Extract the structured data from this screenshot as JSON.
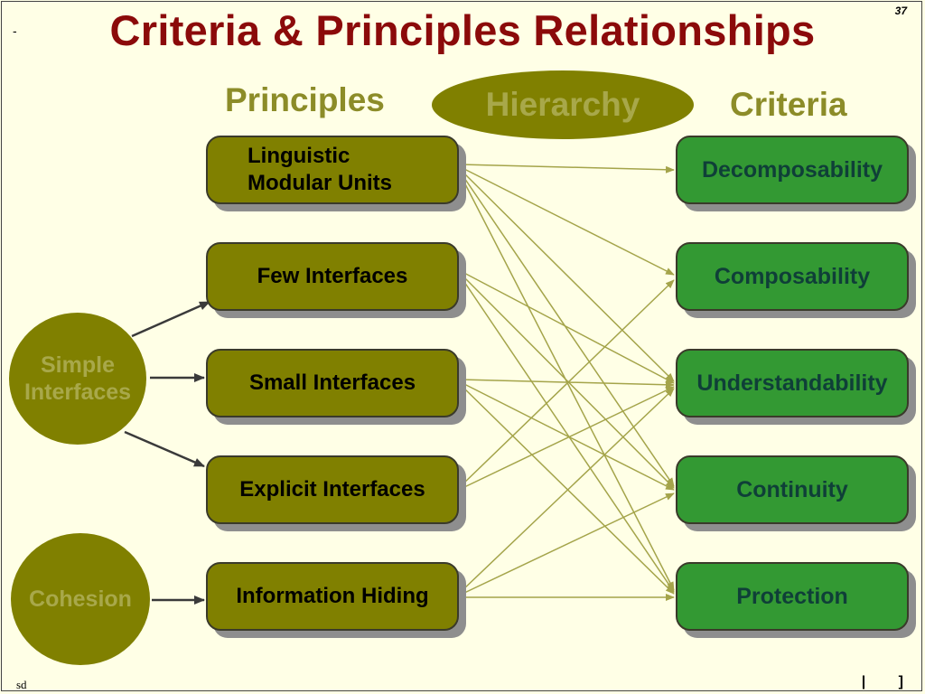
{
  "page": {
    "number": "37",
    "dash": "-",
    "footer_left": "sd",
    "footer_right": "| ]"
  },
  "title": "Criteria & Principles Relationships",
  "headings": {
    "principles": "Principles",
    "hierarchy": "Hierarchy",
    "criteria": "Criteria"
  },
  "principles": [
    {
      "id": "linguistic",
      "label_lines": [
        "Linguistic",
        "Modular Units"
      ]
    },
    {
      "id": "few",
      "label": "Few Interfaces"
    },
    {
      "id": "small",
      "label": "Small Interfaces"
    },
    {
      "id": "explicit",
      "label": "Explicit Interfaces"
    },
    {
      "id": "hiding",
      "label": "Information Hiding"
    }
  ],
  "criteria": [
    {
      "id": "decomposability",
      "label": "Decomposability"
    },
    {
      "id": "composability",
      "label": "Composability"
    },
    {
      "id": "understandability",
      "label": "Understandability"
    },
    {
      "id": "continuity",
      "label": "Continuity"
    },
    {
      "id": "protection",
      "label": "Protection"
    }
  ],
  "circles": [
    {
      "id": "simple",
      "label_lines": [
        "Simple",
        "Interfaces"
      ]
    },
    {
      "id": "cohesion",
      "label": "Cohesion"
    }
  ],
  "edges": [
    [
      "linguistic",
      "decomposability"
    ],
    [
      "linguistic",
      "composability"
    ],
    [
      "linguistic",
      "understandability"
    ],
    [
      "linguistic",
      "continuity"
    ],
    [
      "linguistic",
      "protection"
    ],
    [
      "few",
      "understandability"
    ],
    [
      "few",
      "continuity"
    ],
    [
      "few",
      "protection"
    ],
    [
      "small",
      "understandability"
    ],
    [
      "small",
      "continuity"
    ],
    [
      "small",
      "protection"
    ],
    [
      "explicit",
      "composability"
    ],
    [
      "explicit",
      "understandability"
    ],
    [
      "hiding",
      "understandability"
    ],
    [
      "hiding",
      "continuity"
    ],
    [
      "hiding",
      "protection"
    ]
  ],
  "circle_edges": [
    [
      "simple",
      "few"
    ],
    [
      "simple",
      "small"
    ],
    [
      "simple",
      "explicit"
    ],
    [
      "cohesion",
      "hiding"
    ]
  ],
  "colors": {
    "title": "#8B0A0A",
    "background": "#FFFFE6",
    "principle_box": "#808000",
    "criteria_box": "#339933",
    "headings": "#8C8C28",
    "link_lines": "#A4A44A"
  }
}
